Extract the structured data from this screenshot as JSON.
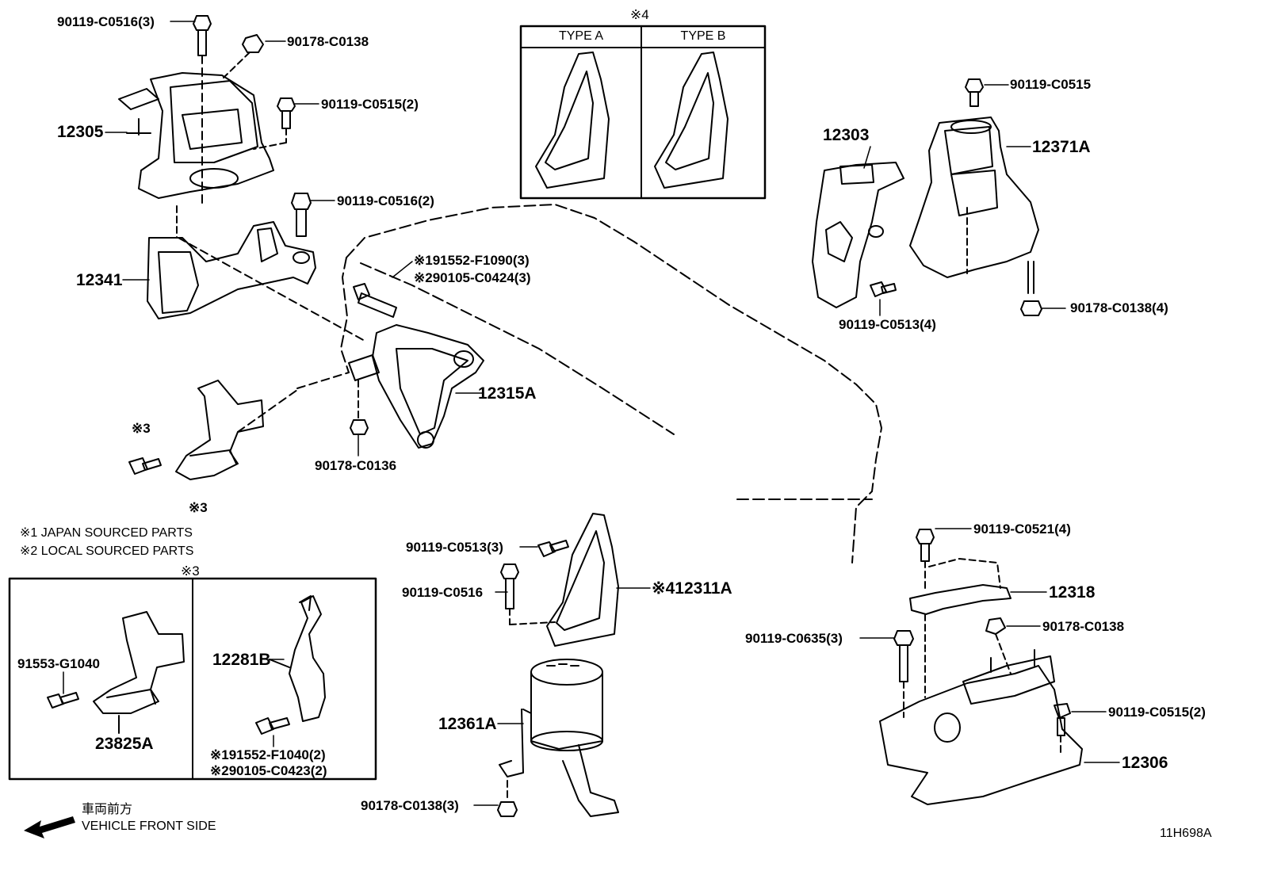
{
  "labels": {
    "b1": "90119-C0516(3)",
    "b2": "90178-C0138",
    "b3": "90119-C0515(2)",
    "p12305": "12305",
    "b4": "90119-C0516(2)",
    "p12341": "12341",
    "b5a": "※191552-F1090(3)",
    "b5b": "※290105-C0424(3)",
    "p12315A": "12315A",
    "s3a": "※3",
    "s3b": "※3",
    "b6": "90178-C0136",
    "p12303": "12303",
    "b7": "90119-C0515",
    "p12371A": "12371A",
    "b8": "90119-C0513(4)",
    "b9": "90178-C0138(4)",
    "b10": "90119-C0513(3)",
    "b11": "90119-C0516",
    "p12311A": "※412311A",
    "p12361A": "12361A",
    "b12": "90178-C0138(3)",
    "b13": "90119-C0521(4)",
    "p12318": "12318",
    "b14": "90178-C0138",
    "b15": "90119-C0635(3)",
    "b16": "90119-C0515(2)",
    "p12306": "12306",
    "b17": "91553-G1040",
    "p23825A": "23825A",
    "p12281B": "12281B",
    "b18a": "※191552-F1040(2)",
    "b18b": "※290105-C0423(2)"
  },
  "notes": {
    "n1": "※1 JAPAN SOURCED PARTS",
    "n2": "※2 LOCAL SOURCED PARTS",
    "s3box": "※3",
    "s4box": "※4",
    "typeA": "TYPE A",
    "typeB": "TYPE B",
    "front_jp": "車両前方",
    "front_en": "VEHICLE FRONT SIDE",
    "code": "11H698A"
  }
}
